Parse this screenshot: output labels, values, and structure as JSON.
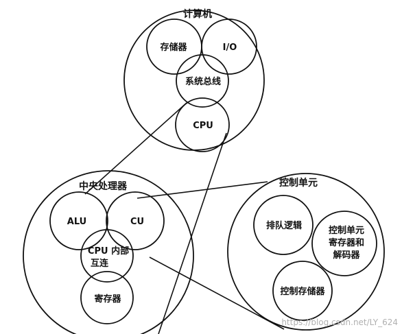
{
  "computer": {
    "title": "计算机",
    "storage": "存储器",
    "io": "I/O",
    "bus": "系统总线",
    "cpu": "CPU"
  },
  "processor": {
    "title": "中央处理器",
    "alu": "ALU",
    "cu": "CU",
    "interconnect_line1": "CPU 内部",
    "interconnect_line2": "互连",
    "registers": "寄存器"
  },
  "control_unit": {
    "title": "控制单元",
    "sequencing_logic": "排队逻辑",
    "decoder_line1": "控制单元",
    "decoder_line2": "寄存器和",
    "decoder_line3": "解码器",
    "control_memory": "控制存储器"
  },
  "watermark": "https://blog.csdn.net/LY_624",
  "colors": {
    "stroke": "#111111",
    "text": "#111111",
    "watermark": "#b0b0b0"
  }
}
